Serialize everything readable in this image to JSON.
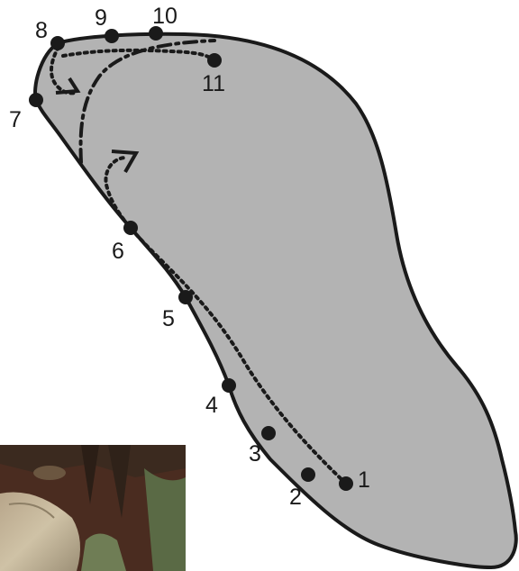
{
  "diagram": {
    "points": [
      {
        "id": "point-1",
        "label": "1"
      },
      {
        "id": "point-2",
        "label": "2"
      },
      {
        "id": "point-3",
        "label": "3"
      },
      {
        "id": "point-4",
        "label": "4"
      },
      {
        "id": "point-5",
        "label": "5"
      },
      {
        "id": "point-6",
        "label": "6"
      },
      {
        "id": "point-7",
        "label": "7"
      },
      {
        "id": "point-8",
        "label": "8"
      },
      {
        "id": "point-9",
        "label": "9"
      },
      {
        "id": "point-10",
        "label": "10"
      },
      {
        "id": "point-11",
        "label": "11"
      }
    ],
    "colors": {
      "outline": "#1a1a1a",
      "fill": "#b3b3b3",
      "route": "#1a1a1a",
      "background": "#ffffff"
    }
  }
}
